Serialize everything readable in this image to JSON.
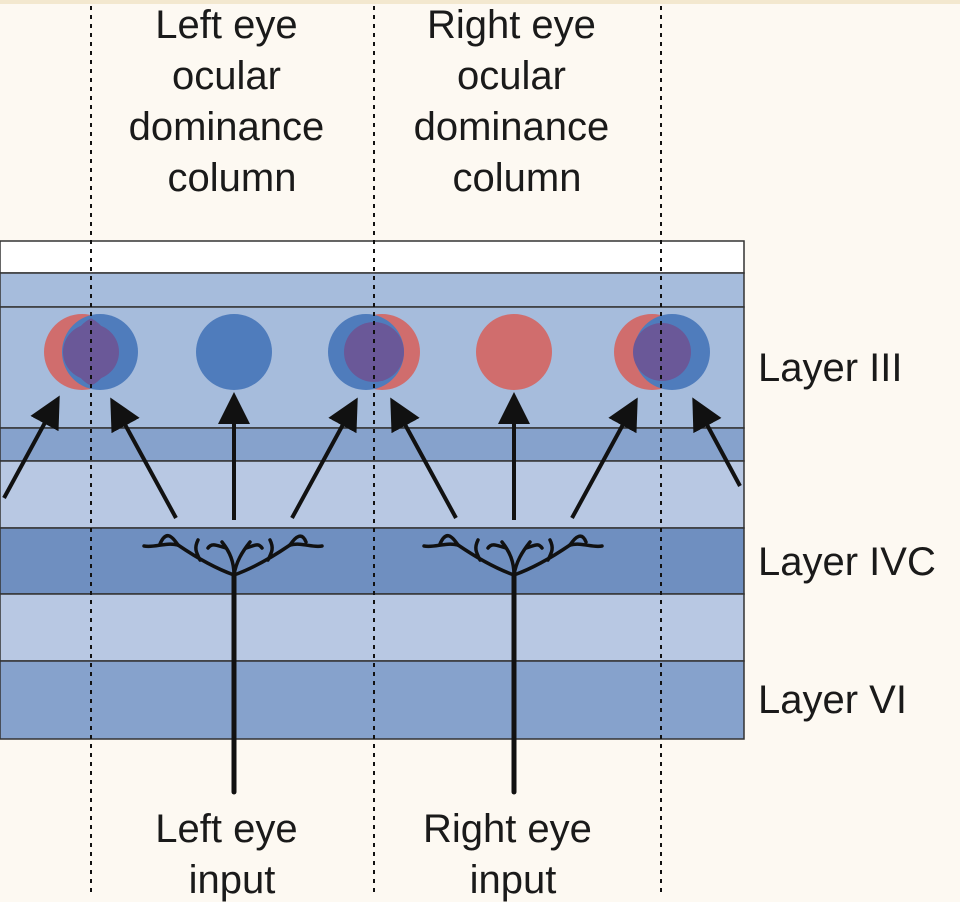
{
  "column_labels": {
    "left": [
      "Left eye",
      "ocular",
      "dominance",
      "column"
    ],
    "right": [
      "Right eye",
      "ocular",
      "dominance",
      "column"
    ]
  },
  "layer_labels": {
    "layer3": "Layer III",
    "layer4c": "Layer IVC",
    "layer6": "Layer VI"
  },
  "input_labels": {
    "left": [
      "Left eye",
      "input"
    ],
    "right": [
      "Right eye",
      "input"
    ]
  },
  "colors": {
    "background": "#fdf9f2",
    "band_dark": "#6f8fc0",
    "band_mid": "#86a2cc",
    "band_light": "#a6bcdc",
    "band_lighter": "#b8c8e3",
    "left_eye_blue": "#4f7cbc",
    "right_eye_red": "#d06d6d",
    "overlap_purple": "#6a5898",
    "ink": "#111111"
  },
  "layer3_cells": [
    "binocular",
    "left-only",
    "binocular",
    "right-only",
    "binocular"
  ]
}
